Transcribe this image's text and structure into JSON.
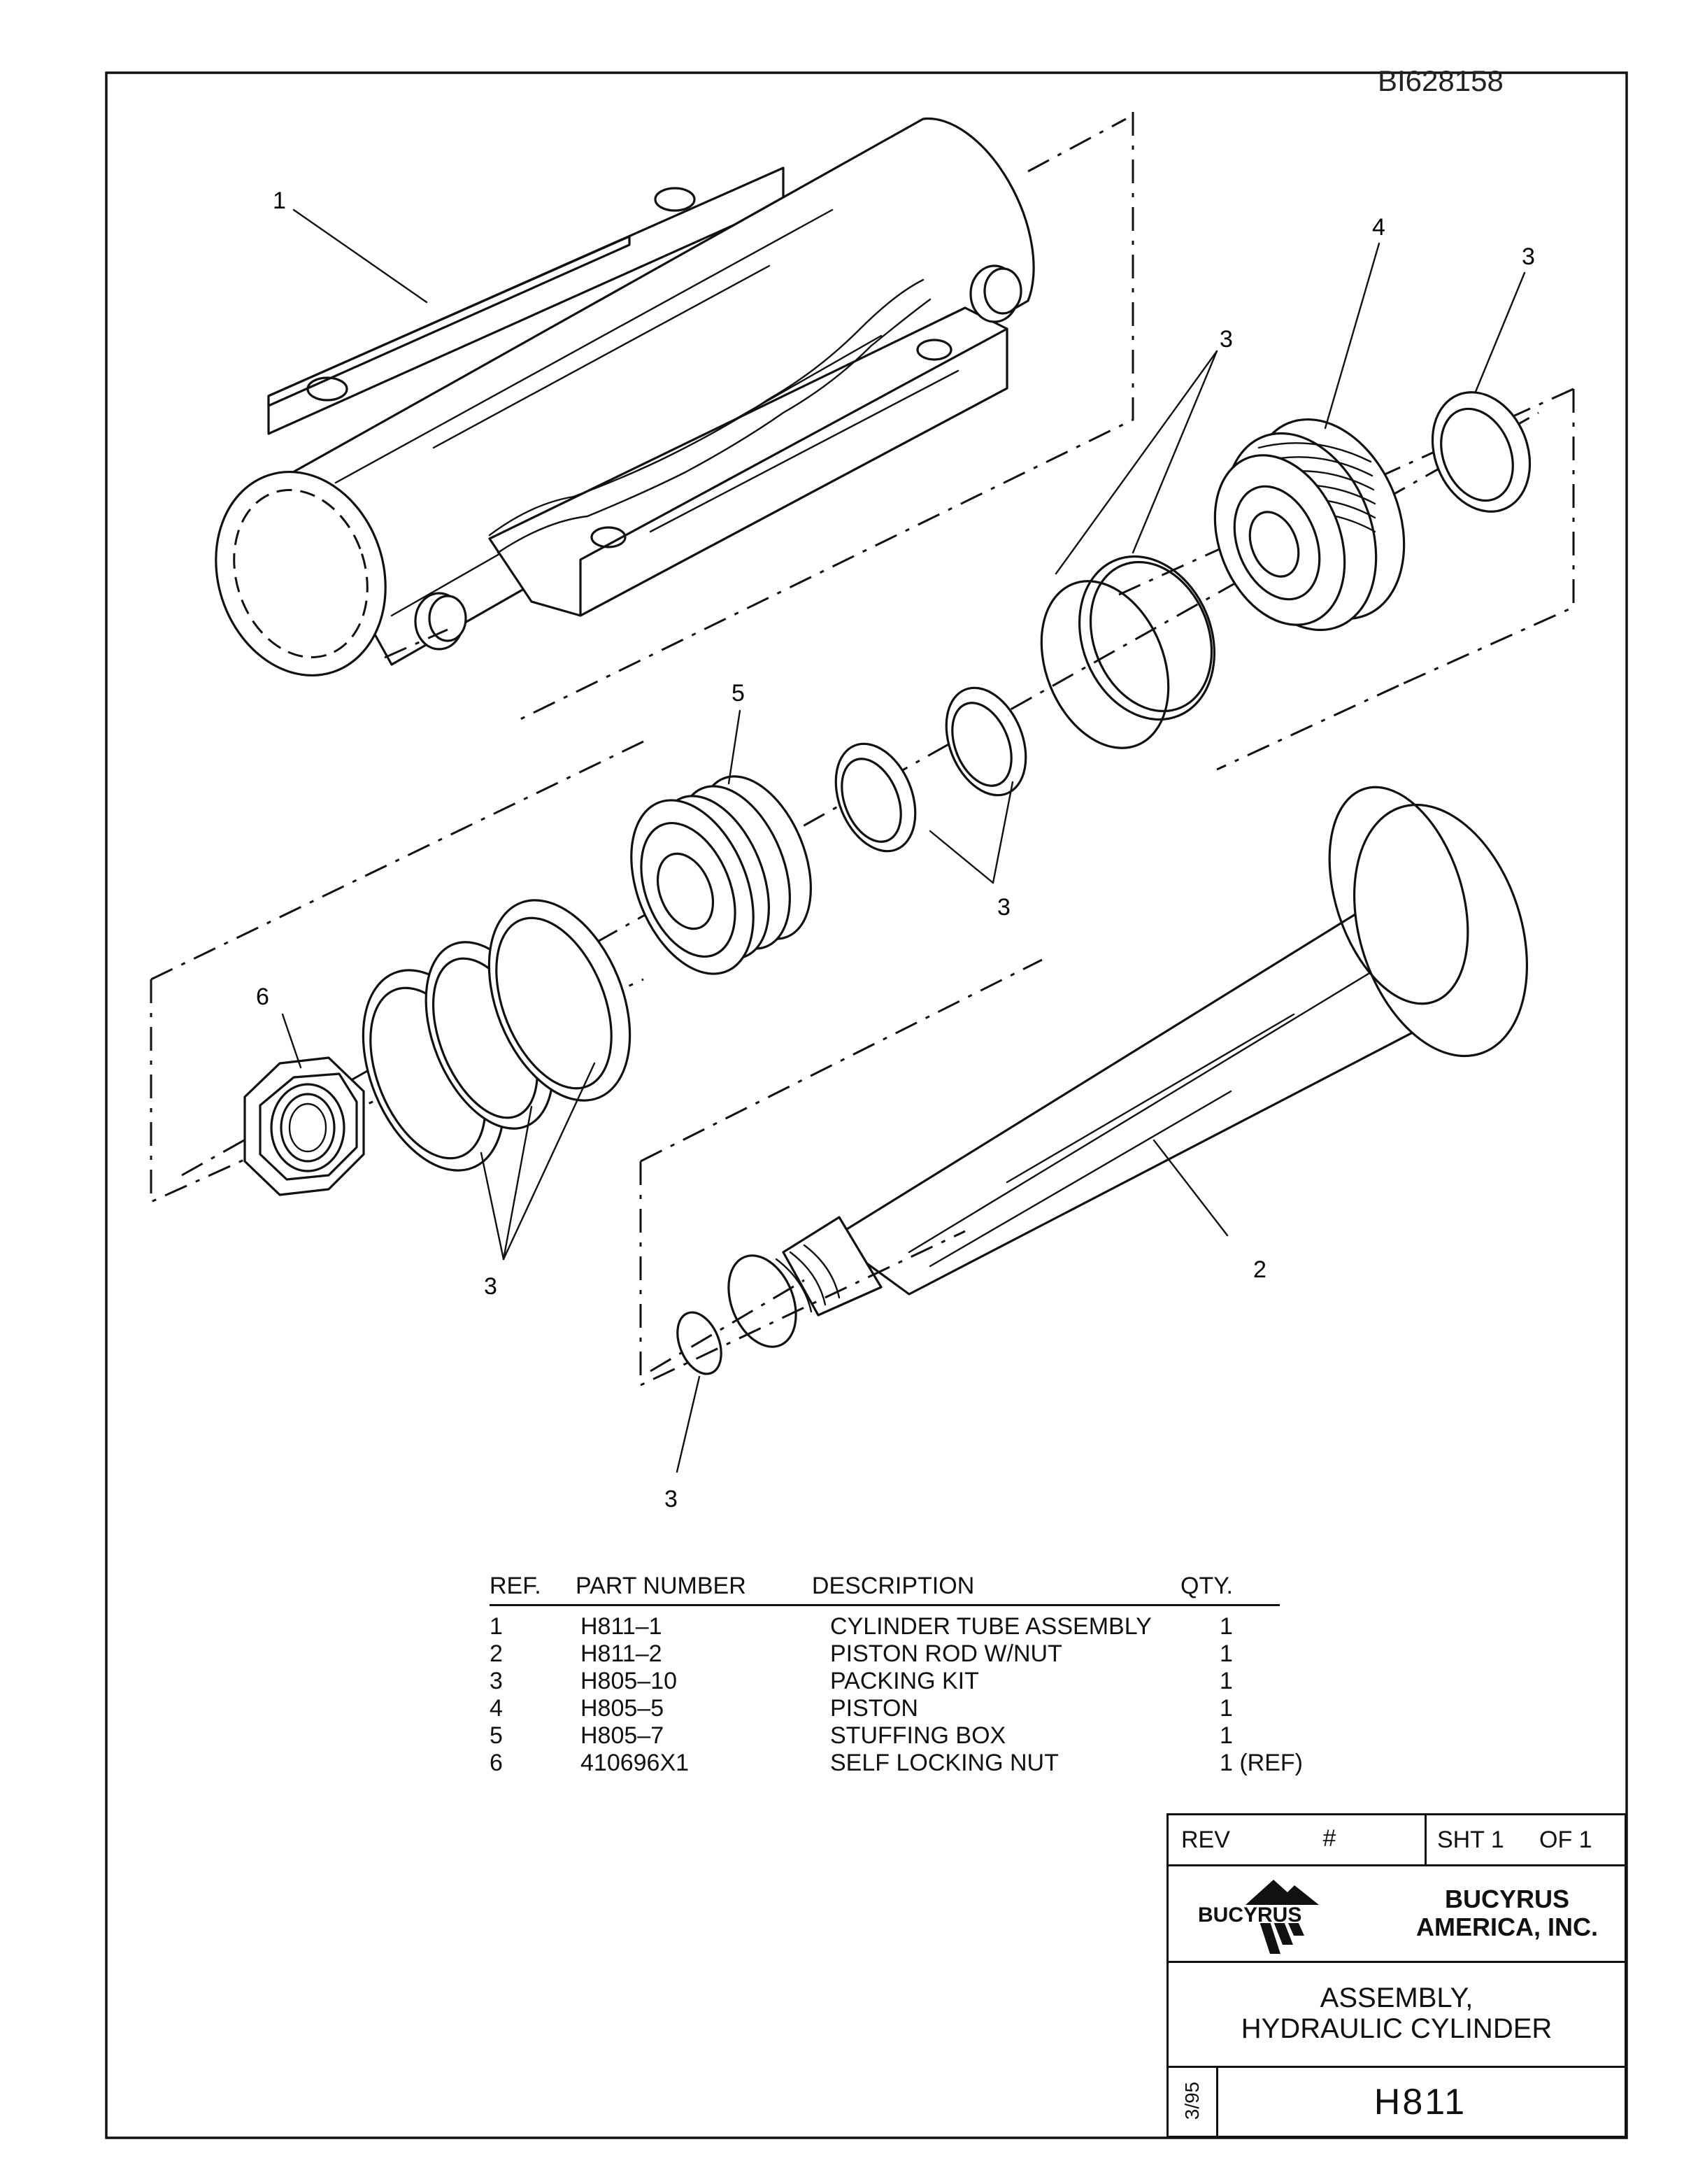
{
  "document_id": "BI628158",
  "callouts": [
    "1",
    "2",
    "3",
    "3",
    "3",
    "3",
    "3",
    "3",
    "4",
    "5",
    "6"
  ],
  "parts_table": {
    "headers": [
      "REF.",
      "PART NUMBER",
      "DESCRIPTION",
      "QTY."
    ],
    "rows": [
      {
        "ref": "1",
        "part_number": "H811–1",
        "description": "CYLINDER TUBE ASSEMBLY",
        "qty": "1"
      },
      {
        "ref": "2",
        "part_number": "H811–2",
        "description": "PISTON ROD W/NUT",
        "qty": "1"
      },
      {
        "ref": "3",
        "part_number": "H805–10",
        "description": "PACKING KIT",
        "qty": "1"
      },
      {
        "ref": "4",
        "part_number": "H805–5",
        "description": "PISTON",
        "qty": "1"
      },
      {
        "ref": "5",
        "part_number": "H805–7",
        "description": "STUFFING BOX",
        "qty": "1"
      },
      {
        "ref": "6",
        "part_number": "410696X1",
        "description": "SELF LOCKING NUT",
        "qty": "1  (REF)"
      }
    ]
  },
  "title_block": {
    "rev_label": "REV",
    "rev_value": "#",
    "sheet_label": "SHT 1",
    "of_label": "OF 1",
    "company_line1": "BUCYRUS",
    "company_line2": "AMERICA, INC.",
    "logo_text": "BUCYRUS",
    "title_line1": "ASSEMBLY,",
    "title_line2": "HYDRAULIC  CYLINDER",
    "date": "3/95",
    "drawing_number": "H811"
  }
}
